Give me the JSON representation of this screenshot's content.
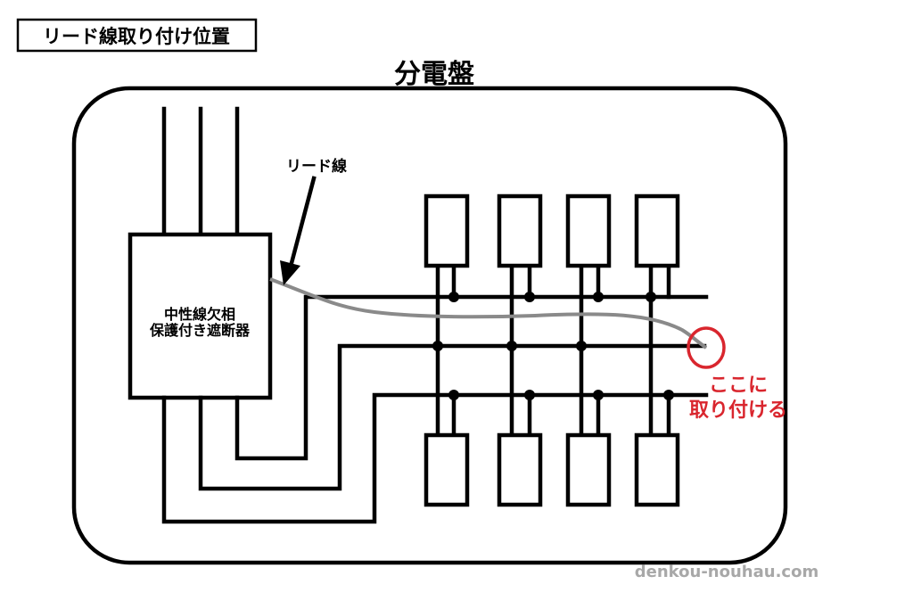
{
  "header_label": "リード線取り付け位置",
  "title": "分電盤",
  "lead_wire_label": "リード線",
  "breaker_label": [
    "中性線欠相",
    "保護付き遮断器"
  ],
  "annotation": [
    "ここに",
    "取り付ける"
  ],
  "watermark": "denkou-nouhau.com",
  "colors": {
    "line": "#000000",
    "lead_wire": "#8a8a8a",
    "highlight": "#d9262e",
    "watermark": "#a8a8a8"
  }
}
